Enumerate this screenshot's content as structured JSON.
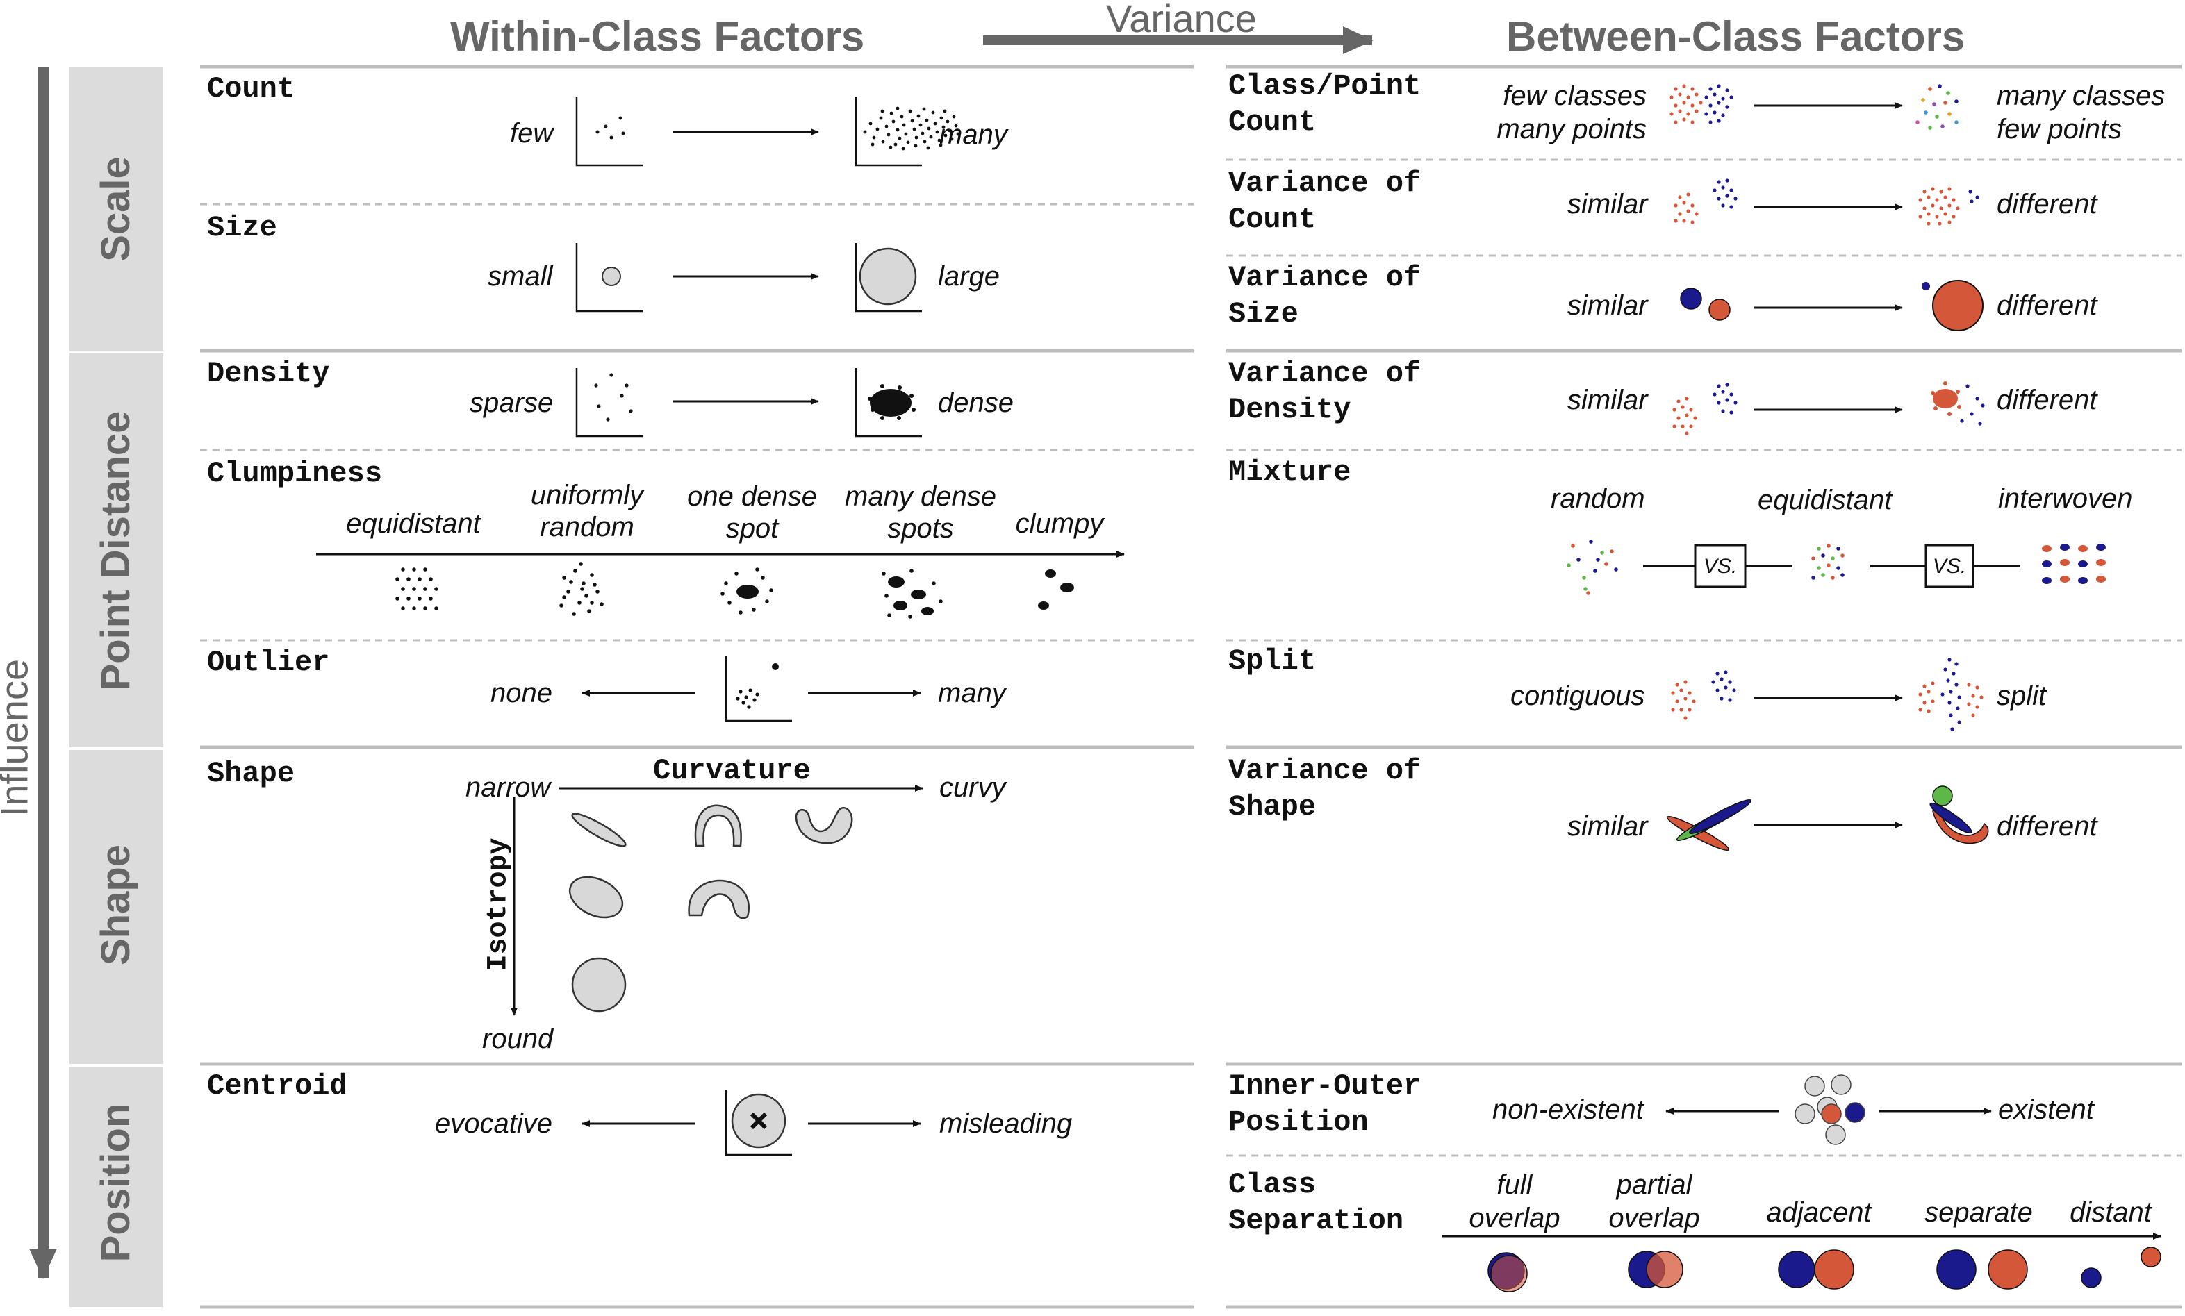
{
  "headers": {
    "within": "Within-Class Factors",
    "between": "Between-Class Factors",
    "variance": "Variance",
    "influence": "Influence"
  },
  "groups": {
    "scale": "Scale",
    "point_distance": "Point Distance",
    "shape": "Shape",
    "position": "Position"
  },
  "within": {
    "count": {
      "title": "Count",
      "left": "few",
      "right": "many"
    },
    "size": {
      "title": "Size",
      "left": "small",
      "right": "large"
    },
    "density": {
      "title": "Density",
      "left": "sparse",
      "right": "dense"
    },
    "clumpiness": {
      "title": "Clumpiness",
      "labels": [
        "equidistant",
        "uniformly random",
        "one dense spot",
        "many dense spots",
        "clumpy"
      ]
    },
    "outlier": {
      "title": "Outlier",
      "left": "none",
      "right": "many"
    },
    "shape": {
      "title": "Shape",
      "curvature": "Curvature",
      "isotropy": "Isotropy",
      "narrow": "narrow",
      "curvy": "curvy",
      "round": "round"
    },
    "centroid": {
      "title": "Centroid",
      "left": "evocative",
      "right": "misleading"
    }
  },
  "between": {
    "class_point_count": {
      "title": "Class/Point\nCount",
      "left": "few classes\nmany points",
      "right": "many classes\nfew points"
    },
    "variance_count": {
      "title": "Variance of\nCount",
      "left": "similar",
      "right": "different"
    },
    "variance_size": {
      "title": "Variance of\nSize",
      "left": "similar",
      "right": "different"
    },
    "variance_density": {
      "title": "Variance of\nDensity",
      "left": "similar",
      "right": "different"
    },
    "mixture": {
      "title": "Mixture",
      "labels": [
        "random",
        "equidistant",
        "interwoven"
      ],
      "vs": "VS."
    },
    "split": {
      "title": "Split",
      "left": "contiguous",
      "right": "split"
    },
    "variance_shape": {
      "title": "Variance of\nShape",
      "left": "similar",
      "right": "different"
    },
    "inner_outer": {
      "title": "Inner-Outer\nPosition",
      "left": "non-existent",
      "right": "existent"
    },
    "class_separation": {
      "title": "Class\nSeparation",
      "labels": [
        "full\noverlap",
        "partial\noverlap",
        "adjacent",
        "separate",
        "distant"
      ]
    }
  },
  "colors": {
    "red": "#d4573a",
    "blue": "#1a1a8c",
    "green": "#5db848",
    "gray": "#d8d8d8",
    "line": "#bdbdbd",
    "header": "#666666"
  }
}
